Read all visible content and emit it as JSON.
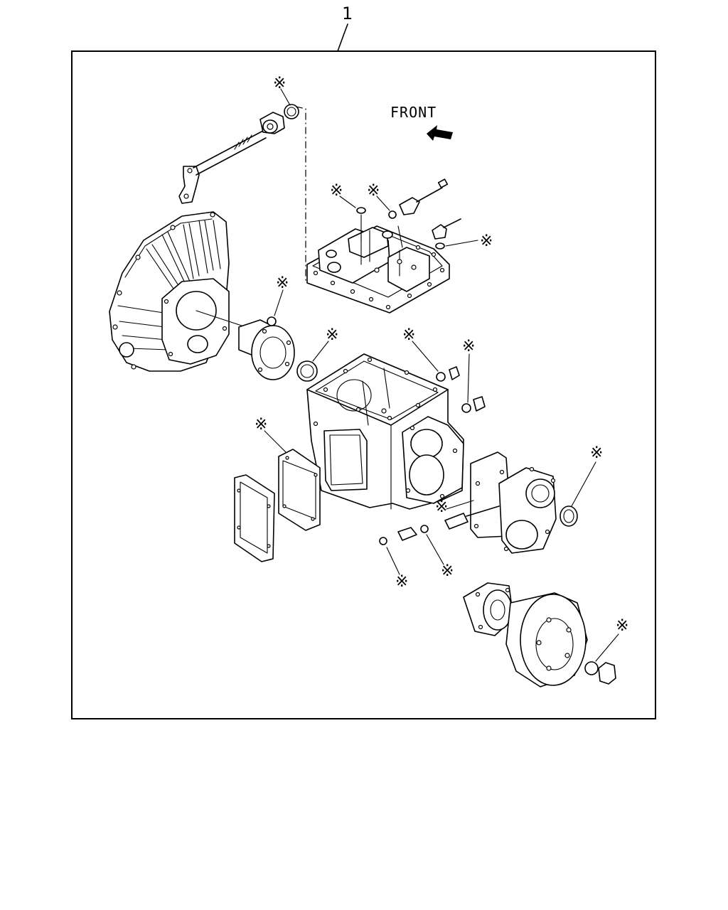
{
  "callout_number": "1",
  "front_label": "FRONT",
  "replacement_mark": "※",
  "marked_parts": [
    "input-shaft-oil-seal",
    "shift-cover-washer-left",
    "shift-cover-washer-right",
    "switch-washer",
    "bearing-retainer-o-ring",
    "front-bearing-oil-seal",
    "drain-plug-gasket",
    "filler-plug-gasket",
    "pto-cover-gasket",
    "extension-housing-gasket",
    "extension-oil-seal",
    "speedometer-o-ring",
    "speedometer-sleeve-seal",
    "flange-nut-washer"
  ]
}
